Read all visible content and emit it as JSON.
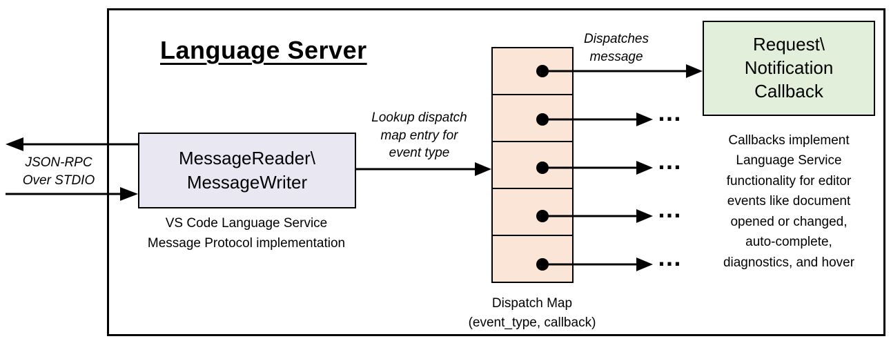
{
  "title": "Language Server",
  "stdio_label": "JSON-RPC\nOver STDIO",
  "reader_writer": {
    "label": "MessageReader\\\nMessageWriter",
    "caption": "VS Code Language Service\nMessage Protocol implementation"
  },
  "lookup_label": "Lookup dispatch\nmap entry for\nevent type",
  "dispatches_label": "Dispatches\nmessage",
  "callback_box_label": "Request\\\nNotification\nCallback",
  "callbacks_note": "Callbacks implement\nLanguage Service\nfunctionality for editor\nevents like document\nopened or changed,\nauto-complete,\ndiagnostics, and hover",
  "dispatch_map": {
    "caption": "Dispatch Map\n(event_type, callback)",
    "cell_count": 5
  },
  "ellipsis": "…",
  "colors": {
    "message_box": "#e9e8f2",
    "dispatch_cell": "#fbe5d6",
    "callback_box": "#e2efda"
  }
}
